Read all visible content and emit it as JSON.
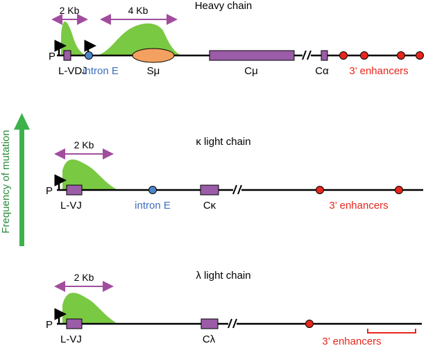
{
  "side_label": "Frequency of mutation",
  "heavy": {
    "title": "Heavy chain",
    "p": "P",
    "vdj": "L-VDJ",
    "intron": "intron E",
    "s": "Sμ",
    "cmu": "Cμ",
    "calpha": "Cα",
    "enh": "3’ enhancers",
    "span1": "2 Kb",
    "span2": "4 Kb"
  },
  "kappa": {
    "title": "κ light chain",
    "p": "P",
    "vj": "L-VJ",
    "intron": "intron E",
    "c": "Cκ",
    "enh": "3’ enhancers",
    "span": "2 Kb"
  },
  "lambda": {
    "title": "λ light chain",
    "p": "P",
    "vj": "L-VJ",
    "c": "Cλ",
    "enh": "3’ enhancers",
    "span": "2 Kb"
  },
  "colors": {
    "curve": "#7ac943",
    "exon": "#9b5ca8",
    "intron_dot": "#4a86c8",
    "enhancer": "#e8261c",
    "s_region": "#f4a060",
    "arrow": "#a14d9e",
    "side_arrow": "#3db24a",
    "red_text": "#e8261c",
    "blue_text": "#3e6dba"
  }
}
